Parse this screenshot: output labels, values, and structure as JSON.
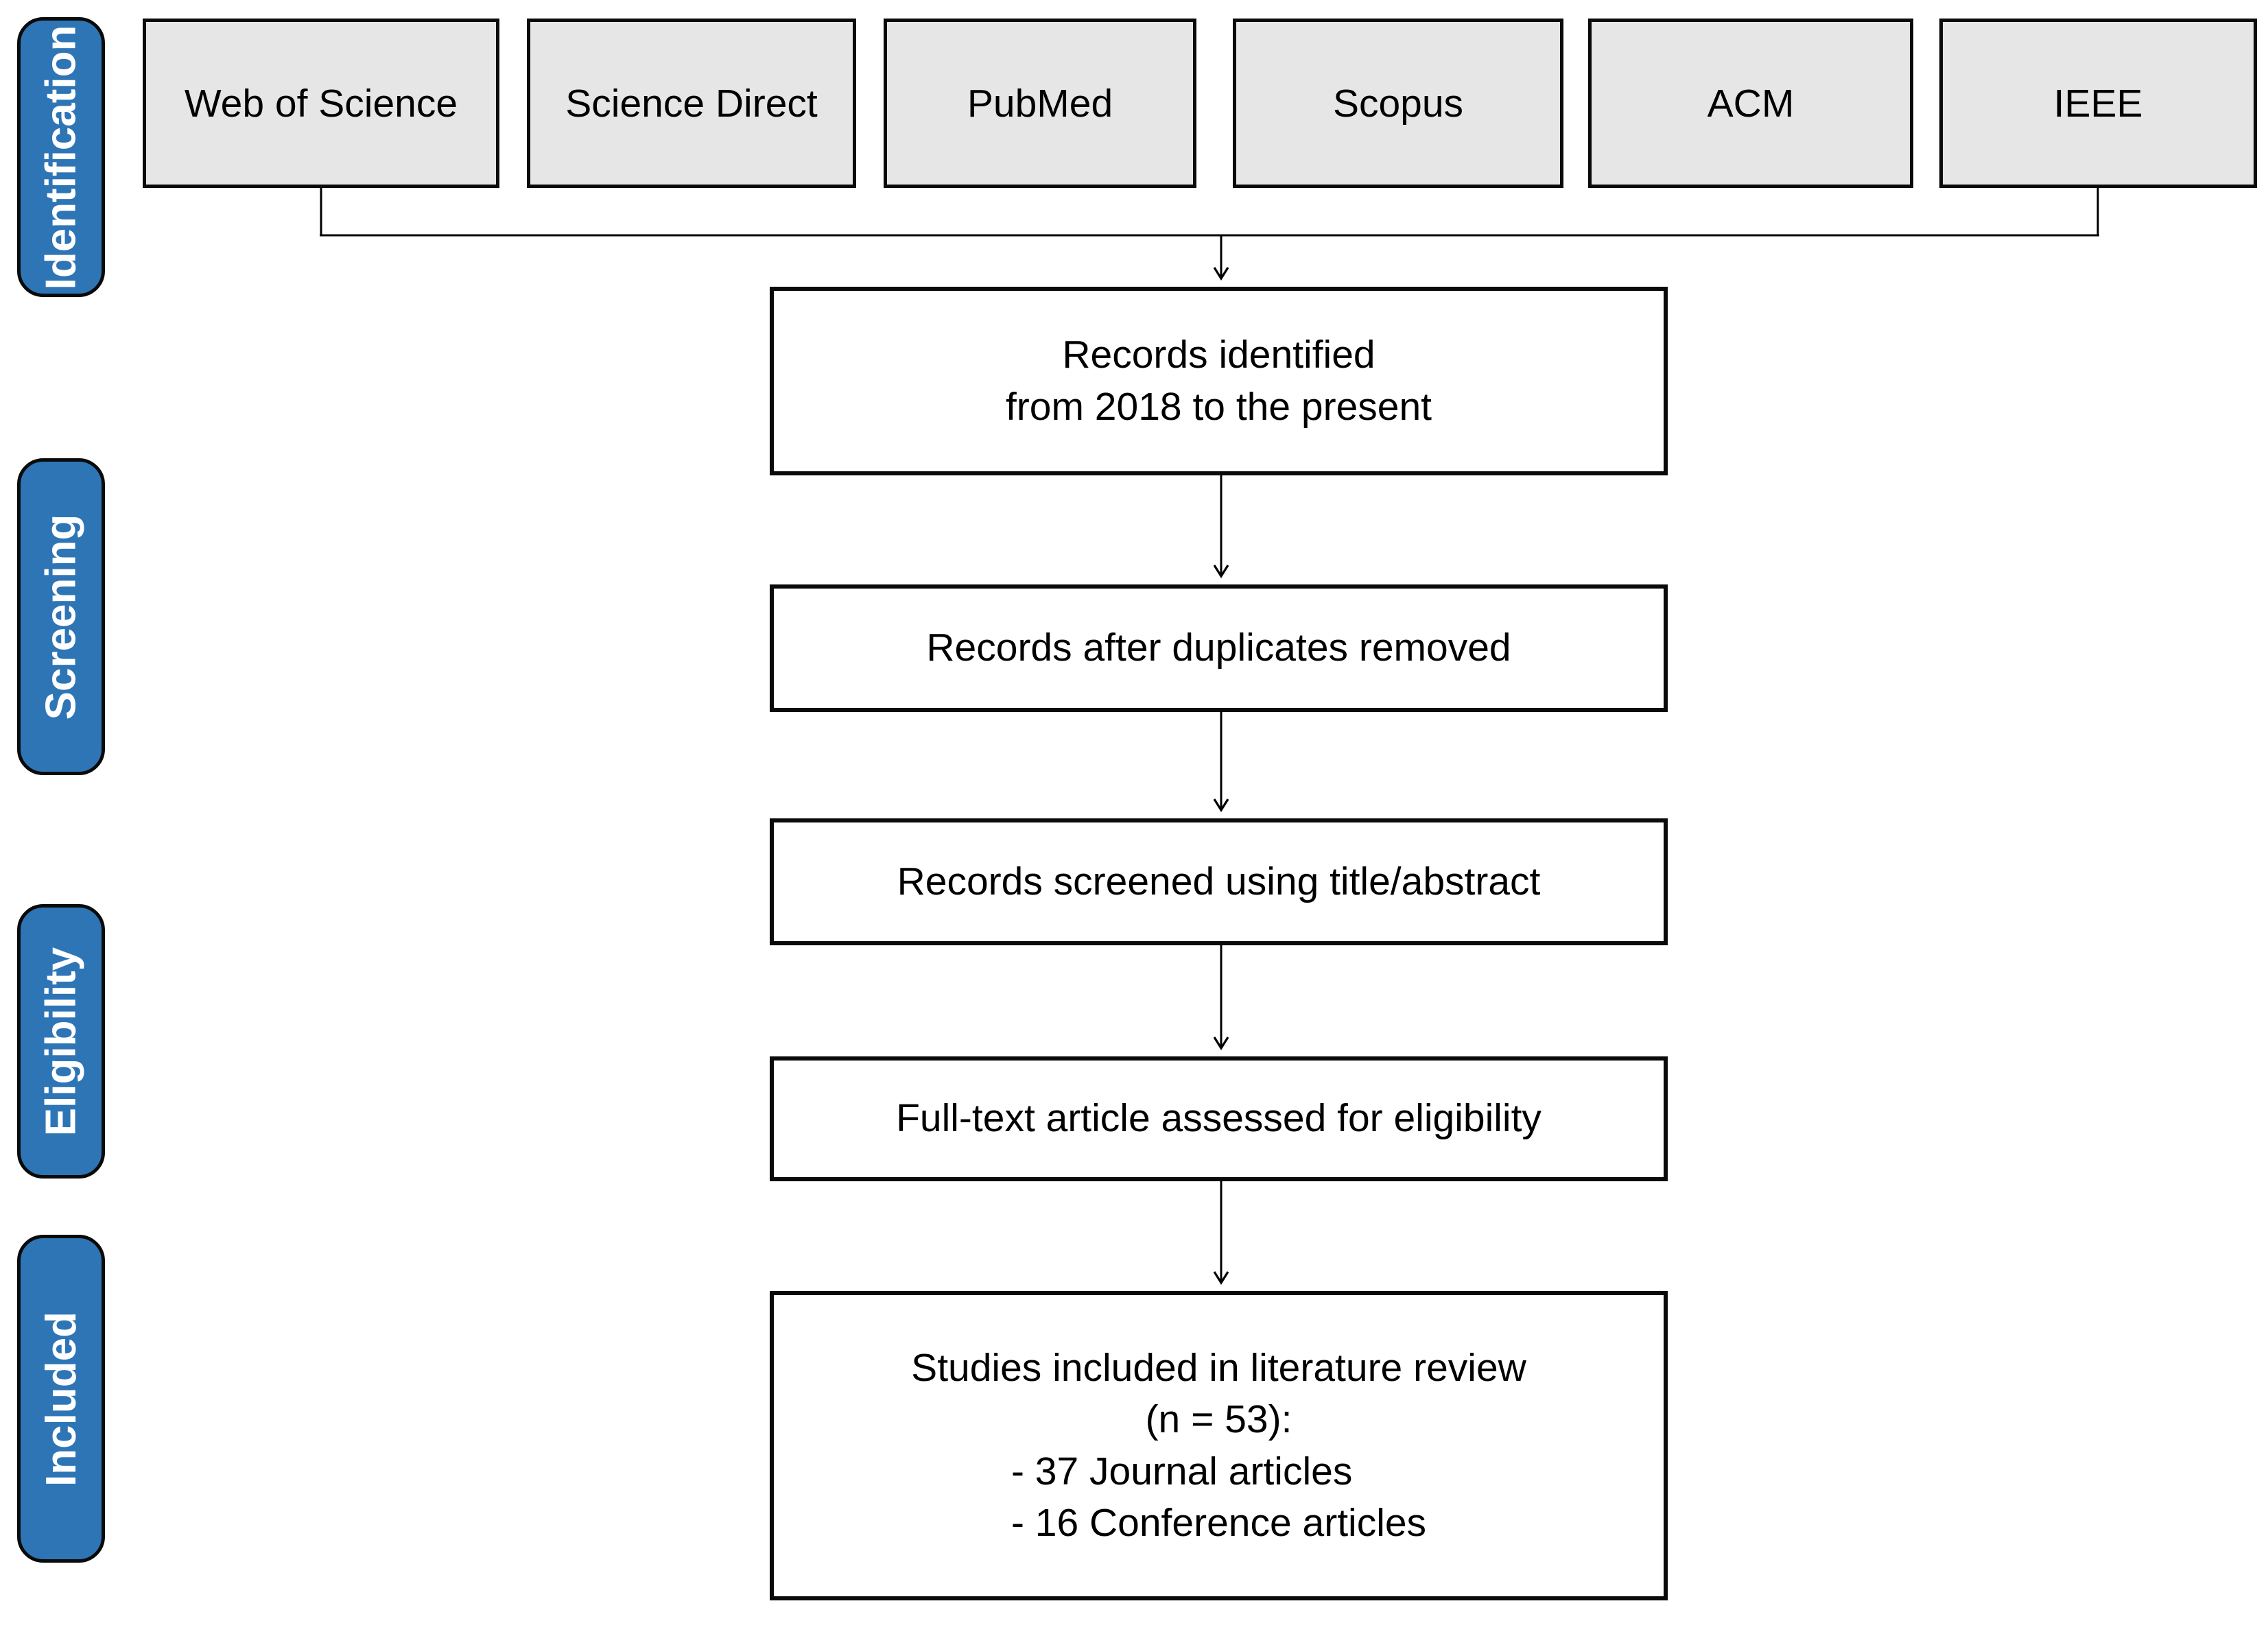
{
  "colors": {
    "accent": "#2E75B6",
    "source-fill": "#E6E6E6",
    "line": "#000000"
  },
  "stages": [
    {
      "label": "Identification"
    },
    {
      "label": "Screening"
    },
    {
      "label": "Eligibility"
    },
    {
      "label": "Included"
    }
  ],
  "sources": [
    {
      "label": "Web of Science"
    },
    {
      "label": "Science Direct"
    },
    {
      "label": "PubMed"
    },
    {
      "label": "Scopus"
    },
    {
      "label": "ACM"
    },
    {
      "label": "IEEE"
    }
  ],
  "steps": [
    {
      "line1": "Records identified",
      "line2": "from 2018 to the present"
    },
    {
      "line1": "Records after duplicates removed"
    },
    {
      "line1": "Records screened using title/abstract"
    },
    {
      "line1": "Full-text article assessed for eligibility"
    },
    {
      "line1": "Studies included in literature review",
      "line2": "(n = 53):",
      "bullet1": "- 37 Journal articles",
      "bullet2": "- 16 Conference articles"
    }
  ]
}
